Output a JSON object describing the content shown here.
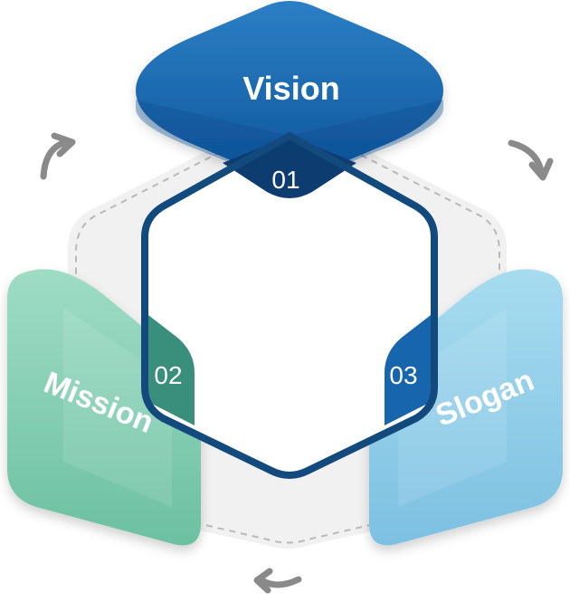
{
  "segments": [
    {
      "number": "01",
      "label": "Vision",
      "color": "#1565b0",
      "number_bg": "#0d3d70"
    },
    {
      "number": "02",
      "label": "Mission",
      "color": "#7ccbae",
      "number_bg": "#3a8e7c"
    },
    {
      "number": "03",
      "label": "Slogan",
      "color": "#8ccbe8",
      "number_bg": "#1765ad"
    }
  ],
  "colors": {
    "center_outline": "#134a7e",
    "dashed_ring": "#b9b9b9",
    "ring_fill": "#f1f1f1",
    "arrows": "#8a8a8a"
  },
  "icons": [
    "cycle-arrow-icon",
    "cycle-arrow-icon",
    "cycle-arrow-icon"
  ]
}
